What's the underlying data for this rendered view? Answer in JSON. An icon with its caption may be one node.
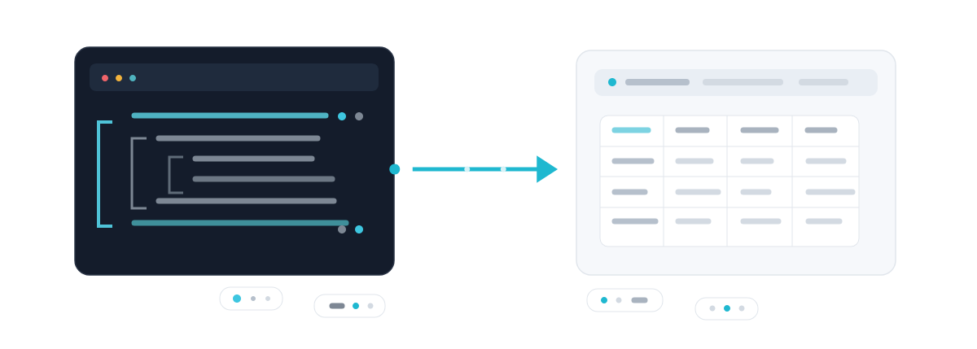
{
  "diagram": {
    "nodes": [
      {
        "text": [],
        "shape": "picture"
      },
      {
        "text": [],
        "shape": "picture"
      }
    ],
    "edges": [
      {
        "from": 0,
        "to": 1,
        "arrow": "to"
      }
    ]
  }
}
